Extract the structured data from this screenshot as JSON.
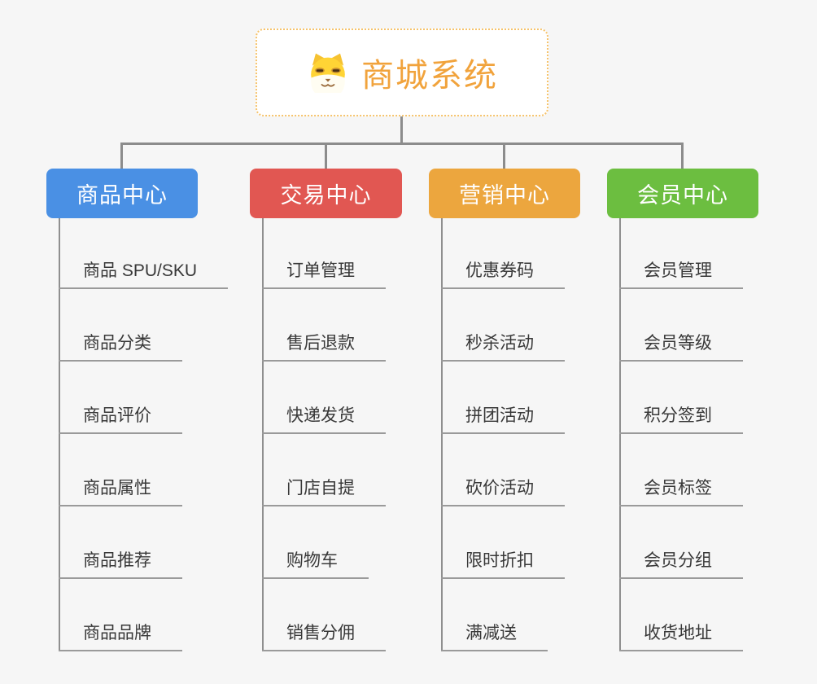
{
  "root": {
    "title": "商城系统",
    "icon": "shiba-dog-icon",
    "accent_text_color": "#f1a33c",
    "border_color": "#f6c36b"
  },
  "connector_color": "#8c8c8c",
  "branches": [
    {
      "label": "商品中心",
      "color": "#4a90e4",
      "items": [
        "商品 SPU/SKU",
        "商品分类",
        "商品评价",
        "商品属性",
        "商品推荐",
        "商品品牌"
      ]
    },
    {
      "label": "交易中心",
      "color": "#e15752",
      "items": [
        "订单管理",
        "售后退款",
        "快递发货",
        "门店自提",
        "购物车",
        "销售分佣"
      ]
    },
    {
      "label": "营销中心",
      "color": "#eca63e",
      "items": [
        "优惠券码",
        "秒杀活动",
        "拼团活动",
        "砍价活动",
        "限时折扣",
        "满减送"
      ]
    },
    {
      "label": "会员中心",
      "color": "#6cbe40",
      "items": [
        "会员管理",
        "会员等级",
        "积分签到",
        "会员标签",
        "会员分组",
        "收货地址"
      ]
    }
  ]
}
